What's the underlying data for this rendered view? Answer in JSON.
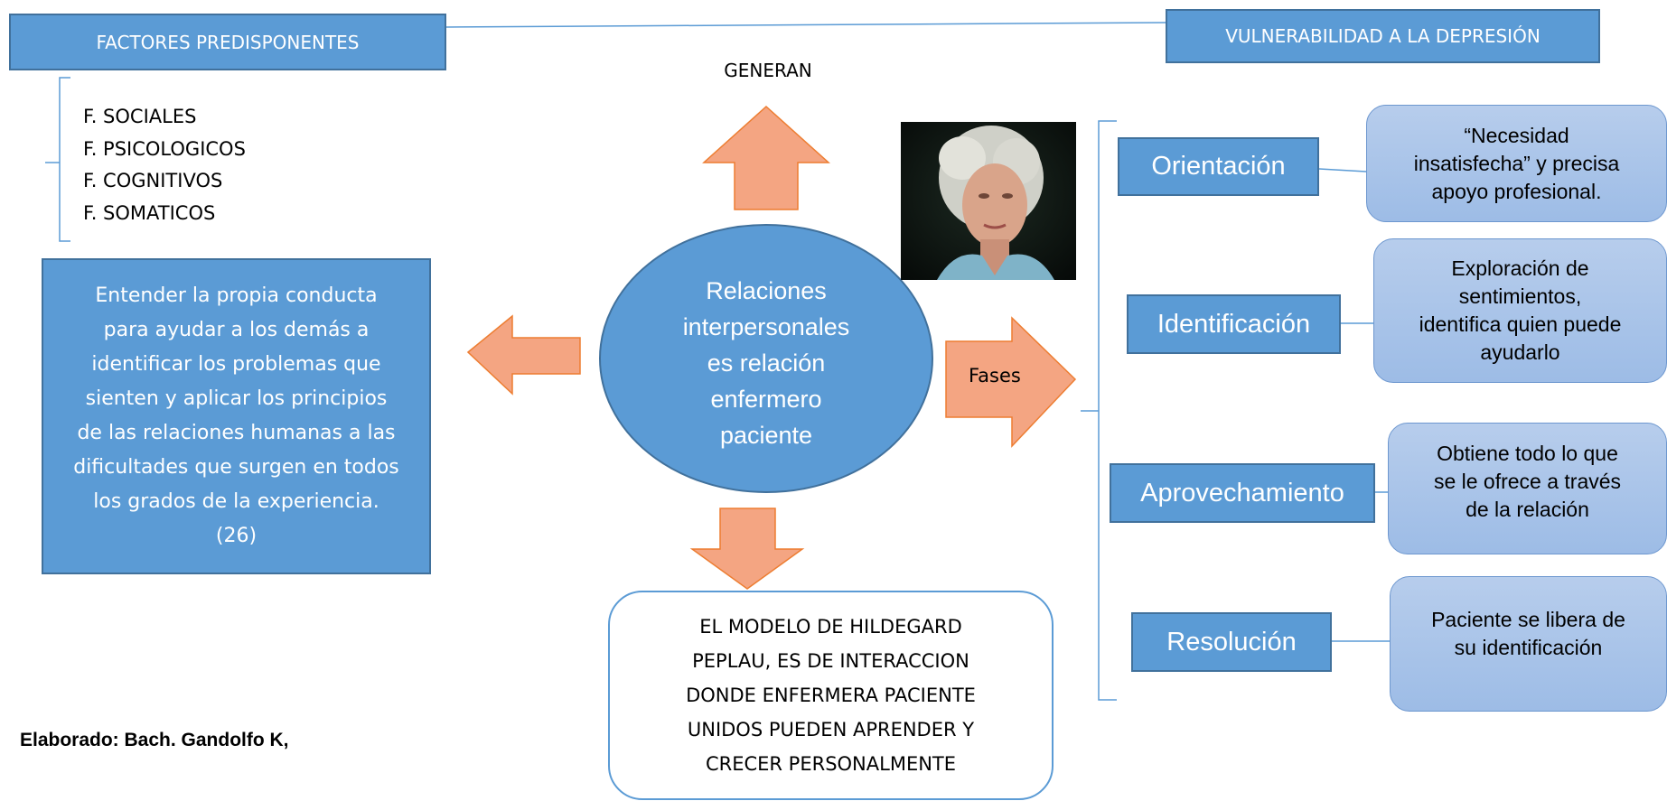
{
  "header": {
    "left_title": "FACTORES PREDISPONENTES",
    "right_title": "VULNERABILIDAD A LA DEPRESIÓN",
    "connector_label": "GENERAN"
  },
  "factors": [
    "F. SOCIALES",
    "F. PSICOLOGICOS",
    "F. COGNITIVOS",
    "F. SOMATICOS"
  ],
  "left_box_text": "Entender la propia conducta para ayudar a los demás a identificar los problemas que sienten y aplicar los principios de las relaciones humanas a las dificultades que surgen en todos los grados de la experiencia. (26)",
  "center": {
    "lines": [
      "Relaciones",
      "interpersonales",
      "es relación",
      "enfermero",
      "paciente"
    ]
  },
  "fases_label": "Fases",
  "bottom_box_lines": [
    "EL MODELO DE HILDEGARD",
    "PEPLAU, ES DE INTERACCION",
    "DONDE ENFERMERA PACIENTE",
    "UNIDOS PUEDEN APRENDER Y",
    "CRECER PERSONALMENTE"
  ],
  "phases": [
    {
      "name": "Orientación",
      "desc": [
        "“Necesidad",
        "insatisfecha” y precisa",
        "apoyo profesional."
      ]
    },
    {
      "name": "Identificación",
      "desc": [
        "Exploración de",
        "sentimientos,",
        "identifica quien puede",
        "ayudarlo"
      ]
    },
    {
      "name": "Aprovechamiento",
      "desc": [
        "Obtiene todo lo que",
        "se le ofrece a través",
        "de la relación"
      ]
    },
    {
      "name": "Resolución",
      "desc": [
        "Paciente se libera de",
        "su identificación"
      ]
    }
  ],
  "footer_credit": "Elaborado: Bach. Gandolfo K,",
  "colors": {
    "box_blue": "#5b9bd5",
    "box_border": "#41719c",
    "arrow_orange": "#f4a582",
    "soft_blue": "#a9c4ea"
  }
}
